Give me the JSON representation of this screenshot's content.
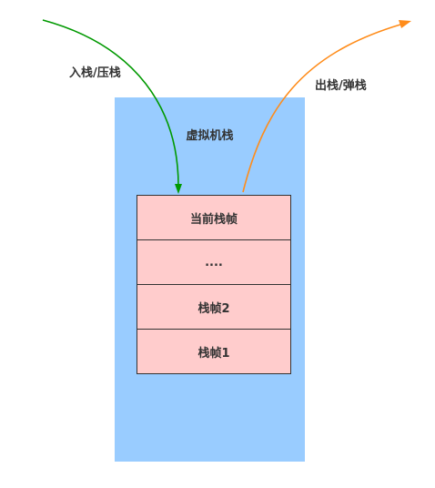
{
  "diagram": {
    "container": {
      "title": "虚拟机栈",
      "color": "#99ccff"
    },
    "frames": [
      {
        "label": "当前栈帧"
      },
      {
        "label": "...."
      },
      {
        "label": "栈帧2"
      },
      {
        "label": "栈帧1"
      }
    ],
    "frame_color": "#ffcccc",
    "push": {
      "label": "入栈/压栈",
      "color": "#009900"
    },
    "pop": {
      "label": "出栈/弹栈",
      "color": "#ff8c1a"
    }
  }
}
